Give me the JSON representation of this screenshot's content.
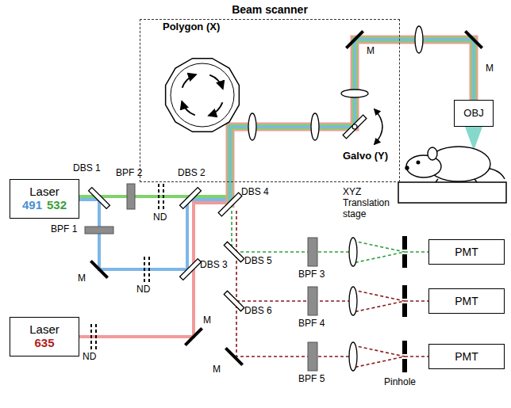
{
  "diagram": {
    "nodes": [
      {
        "text": [
          "Beam scanner"
        ]
      },
      {
        "text": [
          "OBJ"
        ]
      },
      {
        "text": [
          "Laser",
          "491",
          "532"
        ]
      },
      {
        "text": [
          "PMT"
        ]
      },
      {
        "text": [
          "PMT"
        ]
      },
      {
        "text": [
          "Laser",
          "635"
        ]
      },
      {
        "text": [
          "PMT"
        ]
      }
    ],
    "labels": [
      "Polygon (X)",
      "M",
      "M",
      "Galvo (Y)",
      "DBS 1",
      "BPF 2",
      "DBS 2",
      "DBS 4",
      "XYZ Translation stage",
      "ND",
      "BPF 1",
      "DBS 5",
      "BPF 3",
      "DBS 3",
      "M",
      "ND",
      "DBS 6",
      "BPF 4",
      "M",
      "ND",
      "M",
      "BPF 5",
      "Pinhole"
    ]
  }
}
